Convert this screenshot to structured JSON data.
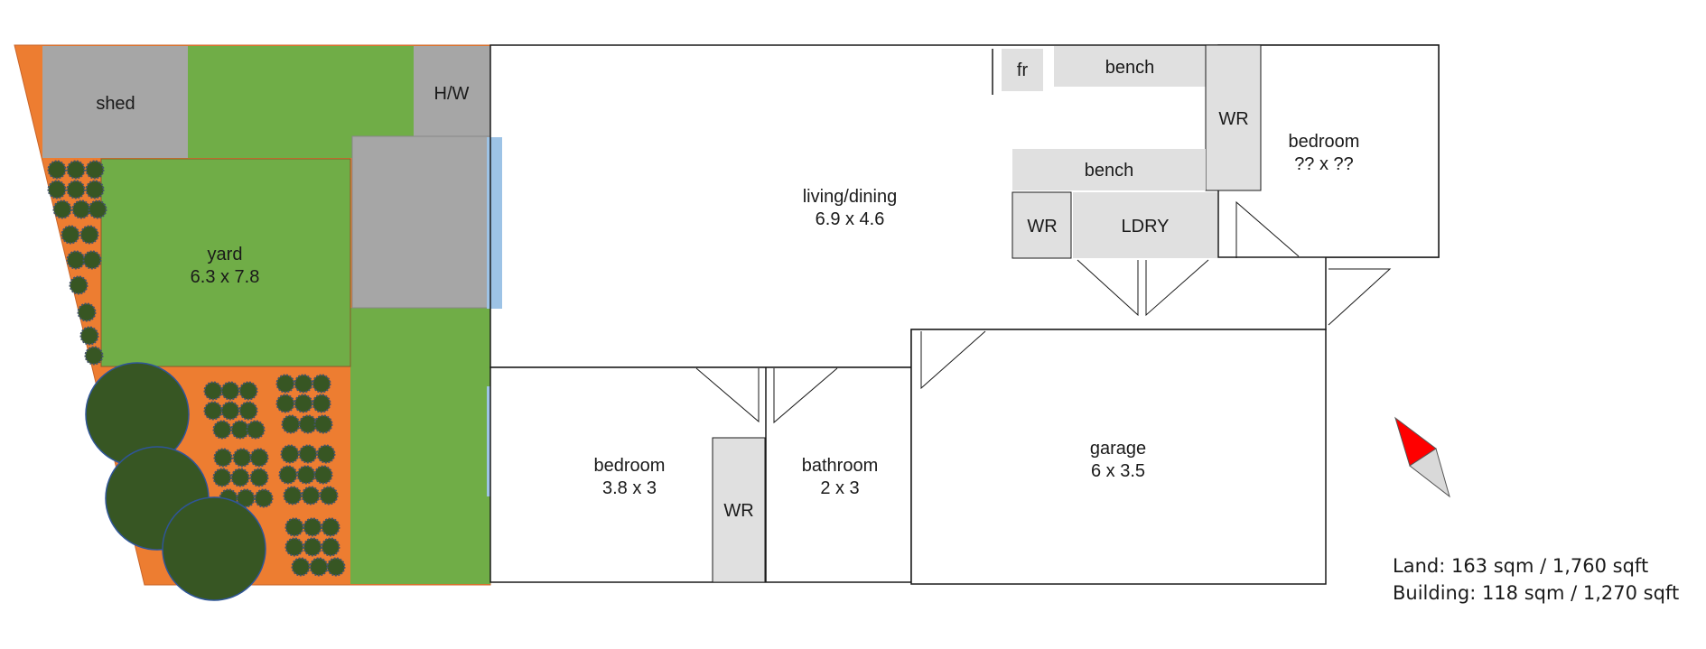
{
  "colors": {
    "garden_bed": "#ED7D31",
    "lawn": "#70AD47",
    "paving": "#A6A6A6",
    "fixture": "#E0E0E0",
    "window": "#9DC3E6",
    "shrub": "#44546A",
    "tree": "#375623",
    "compass_north": "#FF0000",
    "compass_south": "#D9D9D9",
    "wall": "#1a1a1a"
  },
  "rooms": {
    "shed": {
      "label": "shed"
    },
    "hot_water": {
      "label": "H/W"
    },
    "yard": {
      "label": "yard",
      "dims": "6.3 x 7.8"
    },
    "living": {
      "label": "living/dining",
      "dims": "6.9 x 4.6"
    },
    "fridge": {
      "label": "fr"
    },
    "bench_top": {
      "label": "bench"
    },
    "bench_mid": {
      "label": "bench"
    },
    "wr_top": {
      "label": "WR"
    },
    "wr_laundry": {
      "label": "WR"
    },
    "laundry": {
      "label": "LDRY"
    },
    "bedroom_2": {
      "label": "bedroom",
      "dims": "?? x ??"
    },
    "bedroom_1": {
      "label": "bedroom",
      "dims": "3.8 x 3"
    },
    "wr_bedroom": {
      "label": "WR"
    },
    "bathroom": {
      "label": "bathroom",
      "dims": "2 x 3"
    },
    "garage": {
      "label": "garage",
      "dims": "6 x 3.5"
    }
  },
  "compass": {
    "icon": "north-arrow-icon"
  },
  "summary": {
    "land": "Land: 163 sqm / 1,760 sqft",
    "building": "Building: 118 sqm / 1,270 sqft"
  }
}
